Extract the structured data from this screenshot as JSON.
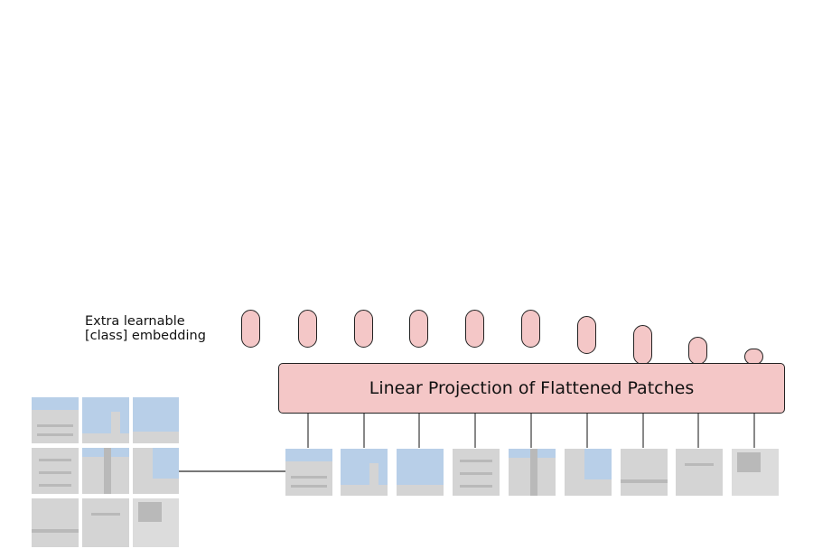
{
  "class_embedding_label": {
    "line1": "Extra learnable",
    "line2": "[class] embedding"
  },
  "projection_label": "Linear Projection of Flattened Patches",
  "colors": {
    "token_fill": "#f4c7c7",
    "stroke": "#222222",
    "sky": "#b8cfe8",
    "building": "#d4d4d4",
    "connector": "#777777"
  },
  "grid_patches": [
    "patch-1",
    "patch-2",
    "patch-3",
    "patch-4",
    "patch-5",
    "patch-6",
    "patch-7",
    "patch-8",
    "patch-9"
  ],
  "sequence_patches": [
    "patch-1",
    "patch-2",
    "patch-3",
    "patch-4",
    "patch-5",
    "patch-6",
    "patch-7",
    "patch-8",
    "patch-9"
  ],
  "token_count": 10
}
